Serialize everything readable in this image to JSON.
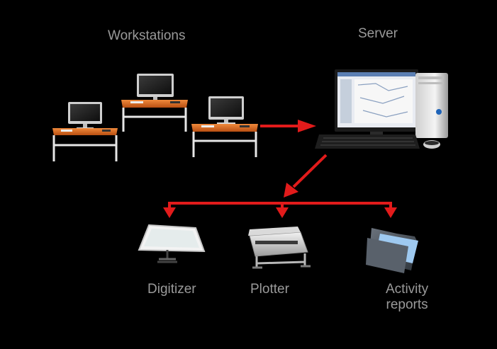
{
  "labels": {
    "workstations": "Workstations",
    "server": "Server",
    "digitizer": "Digitizer",
    "plotter": "Plotter",
    "activity_line1": "Activity",
    "activity_line2": "reports"
  },
  "colors": {
    "background": "#000000",
    "arrow": "#e21b1b",
    "label_text": "#9a9a9a",
    "desk_top": "#d9661e",
    "desk_frame": "#e6e6e6",
    "folder": "#4d5560",
    "folder_paper": "#9ec9f0"
  },
  "icons": {
    "workstation": "desk-with-monitor-icon",
    "server": "desktop-computer-icon",
    "digitizer": "digitizer-table-icon",
    "plotter": "large-format-printer-icon",
    "activity_reports": "folder-icon"
  }
}
